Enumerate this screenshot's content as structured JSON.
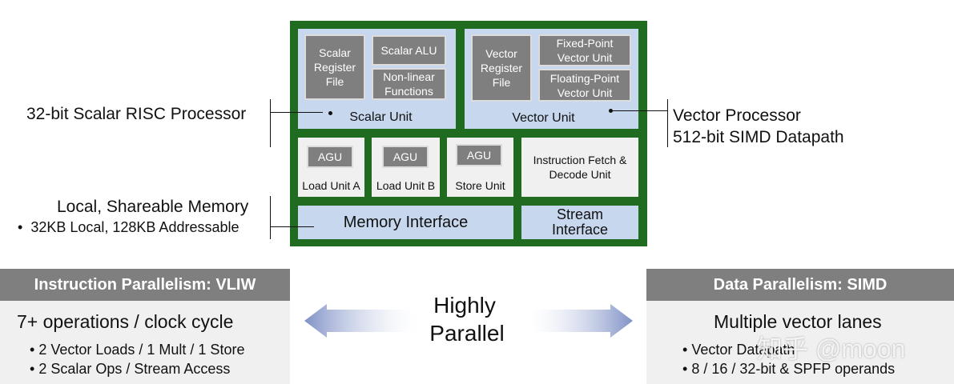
{
  "chip": {
    "scalar_register_file": "Scalar Register File",
    "scalar_alu": "Scalar ALU",
    "nonlinear_functions": "Non-linear Functions",
    "scalar_unit": "Scalar Unit",
    "vector_register_file": "Vector Register File",
    "fixed_point_vector_unit": "Fixed-Point Vector Unit",
    "floating_point_vector_unit": "Floating-Point Vector Unit",
    "vector_unit": "Vector Unit",
    "agu_a": "AGU",
    "load_unit_a": "Load Unit A",
    "agu_b": "AGU",
    "load_unit_b": "Load Unit B",
    "agu_s": "AGU",
    "store_unit": "Store Unit",
    "instruction_fetch": "Instruction Fetch & Decode Unit",
    "memory_interface": "Memory Interface",
    "stream_interface": "Stream Interface"
  },
  "callouts": {
    "scalar_processor": "32-bit Scalar RISC Processor",
    "vector_processor_line1": "Vector Processor",
    "vector_processor_line2": "512-bit SIMD Datapath",
    "memory_line1": "Local, Shareable Memory",
    "memory_line2": "32KB Local, 128KB Addressable"
  },
  "left_panel": {
    "header": "Instruction Parallelism:  VLIW",
    "headline": "7+ operations / clock cycle",
    "bullets": [
      "2 Vector Loads / 1 Mult / 1 Store",
      "2 Scalar  Ops / Stream Access"
    ]
  },
  "center": {
    "line1": "Highly",
    "line2": "Parallel"
  },
  "right_panel": {
    "header": "Data Parallelism:  SIMD",
    "headline": "Multiple vector lanes",
    "bullets": [
      "Vector Datapath",
      "8 / 16 / 32-bit & SPFP operands"
    ]
  },
  "watermark": "知乎 @moon",
  "colors": {
    "chip_border": "#1f6b1f",
    "unit_blue": "#c7d7ee",
    "block_gray": "#7f7f7f",
    "arrow_blue": "#7f91c6"
  }
}
